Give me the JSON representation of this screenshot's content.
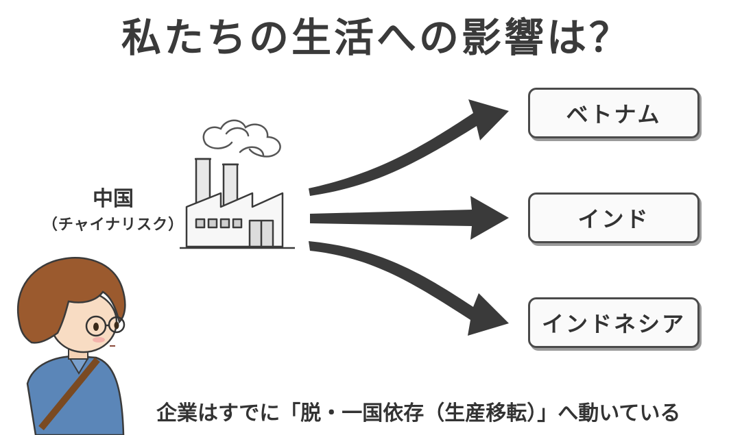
{
  "title": "私たちの生活への影響は？",
  "origin": {
    "name": "中国",
    "note": "（チャイナリスク）"
  },
  "destinations": [
    {
      "label": "ベトナム"
    },
    {
      "label": "インド"
    },
    {
      "label": "インドネシア"
    }
  ],
  "caption": "企業はすでに「脱・一国依存（生産移転）」へ動いている",
  "colors": {
    "ink": "#333333",
    "arrow": "#3a3a3a",
    "box_border": "#4a4a4a",
    "hair": "#9b5a2e",
    "shirt": "#5b86b8"
  },
  "icons": [
    "factory-icon",
    "smoke-icon",
    "character-illustration"
  ]
}
